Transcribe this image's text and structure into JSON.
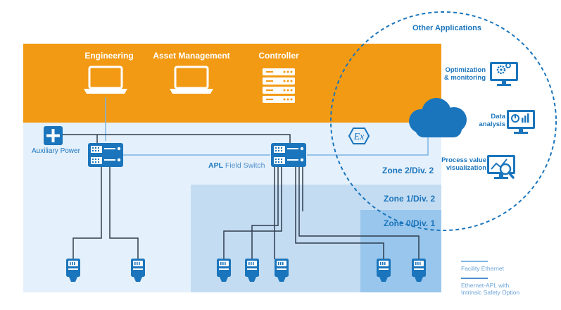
{
  "top_band": {
    "engineering": "Engineering",
    "asset_management": "Asset Management",
    "controller": "Controller"
  },
  "auxiliary_power": "Auxiliary Power",
  "apl_switch": {
    "prefix": "APL",
    "suffix": " Field Switch"
  },
  "zones": {
    "zone2": "Zone 2/Div. 2",
    "zone1": "Zone 1/Div. 2",
    "zone0": "Zone 0/Div. 1"
  },
  "other_apps": {
    "title": "Other Applications",
    "optimization": [
      "Optimization",
      "& monitoring"
    ],
    "data_analysis": [
      "Data",
      "analysis"
    ],
    "process_value": [
      "Process value",
      "visualization"
    ]
  },
  "legend": {
    "facility": "Facility Ethernet",
    "apl": [
      "Ethernet-APL with",
      "Intrinsic Safety Option"
    ]
  },
  "colors": {
    "orange": "#f29a14",
    "blue": "#1b75bc",
    "pale_blue": "#e4f0fb",
    "zone1_blue": "#c4dcf2",
    "zone0_blue": "#99c6ec",
    "dark_line": "#2e3d4e"
  },
  "icons": {
    "engineering": "laptop-icon",
    "asset_management": "laptop-icon",
    "controller": "server-rack-icon",
    "auxiliary_power": "plus-icon",
    "ex": "explosion-proof-ex-icon",
    "cloud": "cloud-icon"
  }
}
